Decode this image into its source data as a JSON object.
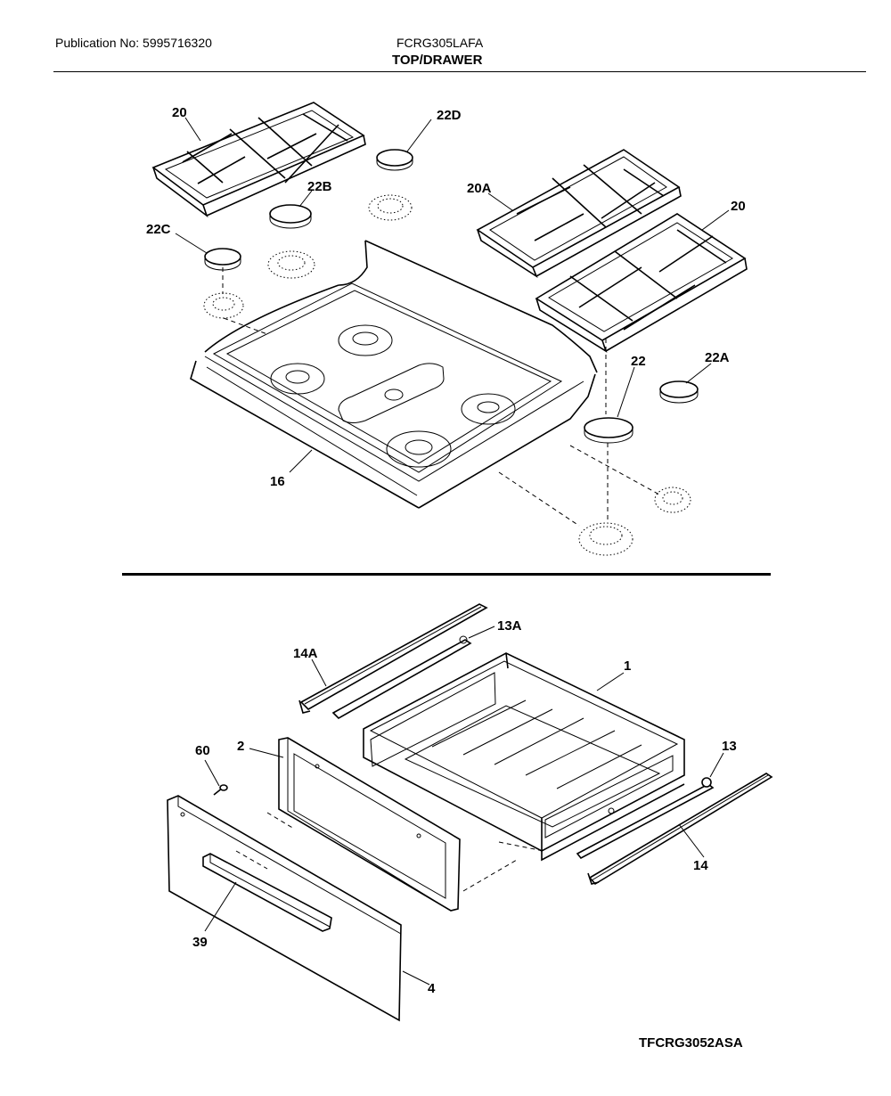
{
  "header": {
    "publication": "Publication No: 5995716320",
    "model": "FCRG305LAFA",
    "section_title": "TOP/DRAWER"
  },
  "footer": {
    "code": "TFCRG3052ASA"
  },
  "callouts": {
    "grate_left": "20",
    "cap_22d": "22D",
    "cap_22b": "22B",
    "grate_20a": "20A",
    "grate_right": "20",
    "cap_22c": "22C",
    "cap_22": "22",
    "cap_22a": "22A",
    "cooktop": "16",
    "glide_13a": "13A",
    "glide_14a": "14A",
    "drawer_body": "1",
    "screw": "60",
    "drawer_front_frame": "2",
    "glide_13": "13",
    "rail_14": "14",
    "handle": "39",
    "drawer_panel": "4"
  }
}
